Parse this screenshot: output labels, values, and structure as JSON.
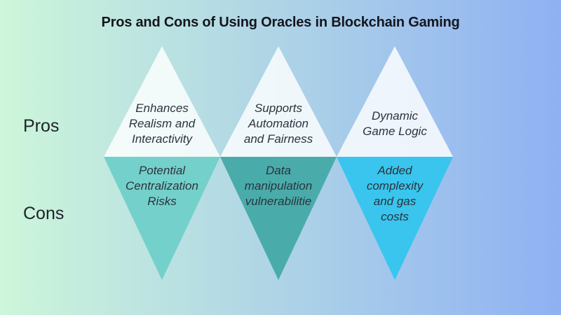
{
  "title": "Pros and Cons of Using Oracles in Blockchain Gaming",
  "row_labels": {
    "pros": "Pros",
    "cons": "Cons"
  },
  "colors": {
    "bg_left": "#cdf6da",
    "bg_right": "#8fb1f3",
    "pro_fill": "rgba(255,255,255,0.82)",
    "con_fills": [
      "#74d0ca",
      "#49acab",
      "#39c5ed"
    ],
    "title_color": "#14161d",
    "label_color": "#1f2227",
    "body_text": "#2c333c"
  },
  "diamonds": [
    {
      "pro_lines": [
        "Enhances",
        "Realism and",
        "Interactivity"
      ],
      "con_lines": [
        "Potential",
        "Centralization",
        "Risks"
      ]
    },
    {
      "pro_lines": [
        "Supports",
        "Automation",
        "and Fairness"
      ],
      "con_lines": [
        "Data",
        "manipulation",
        "vulnerabilitie"
      ]
    },
    {
      "pro_lines": [
        "Dynamic",
        "Game Logic"
      ],
      "con_lines": [
        "Added",
        "complexity",
        "and gas",
        "costs"
      ]
    }
  ]
}
